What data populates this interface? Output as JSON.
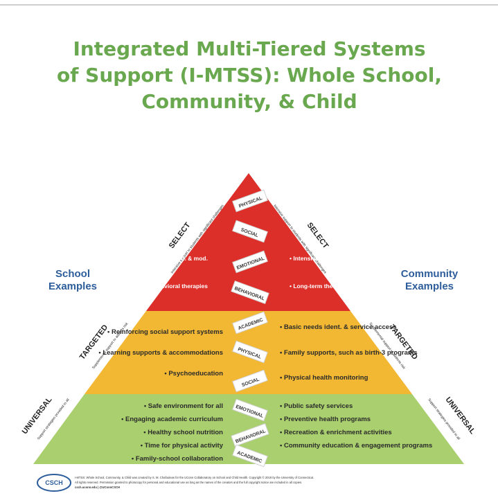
{
  "title_lines": [
    "Integrated Multi-Tiered Systems",
    "of Support (I-MTSS): Whole School,",
    "Community, & Child"
  ],
  "side_labels": {
    "school": [
      "School",
      "Examples"
    ],
    "community": [
      "Community",
      "Examples"
    ]
  },
  "tiers": {
    "select": {
      "label": "SELECT",
      "sub": "Intensive support to students with significant challenges",
      "color": "#dc2f2a",
      "school": [
        "Academic remed. & mod.",
        "Behavioral therapies"
      ],
      "community": [
        "Intensive family supports",
        "Long-term therapies"
      ]
    },
    "targeted": {
      "label": "TARGETED",
      "sub": "Supplemental support to address risk",
      "color": "#f2b833",
      "school": [
        "Reinforcing social support systems",
        "Learning supports & accommodations",
        "Psychoeducation"
      ],
      "community": [
        "Basic needs ident. & service access",
        "Family supports, such as birth-3 programs",
        "Physical health monitoring"
      ]
    },
    "universal": {
      "label": "UNIVERSAL",
      "sub": "Support strategies provided to all",
      "color": "#a9cf6e",
      "school": [
        "Safe environment for all",
        "Engaging academic curriculum",
        "Healthy school nutrition",
        "Time for physical activity",
        "Family-school collaboration"
      ],
      "community": [
        "Public safety services",
        "Preventive health programs",
        "Recreation & enrichment activities",
        "Community education & engagement programs"
      ]
    }
  },
  "helix_labels": [
    "PHYSICAL",
    "SOCIAL",
    "EMOTIONAL",
    "BEHAVIORAL",
    "ACADEMIC",
    "PHYSICAL",
    "SOCIAL",
    "EMOTIONAL",
    "BEHAVIORAL",
    "ACADEMIC"
  ],
  "footer": {
    "logo": "CSCH",
    "line1": "I-MTSS: Whole School, Community, & Child was created by S. M. Chafouleas for the UConn Collaboratory on School and Child Health. Copyright © 2018 by the University of Connecticut.",
    "line2": "All rights reserved. Permission granted to photocopy for personal and educational use as long as the names of the creators and the full copyright notice are included in all copies.",
    "line3": "csch.uconn.edu | @UConnCSCH"
  },
  "colors": {
    "title": "#6aa84f",
    "side_label": "#2d5d9b",
    "helix_bar": "#ffffff",
    "helix_accent": "#e87060"
  }
}
